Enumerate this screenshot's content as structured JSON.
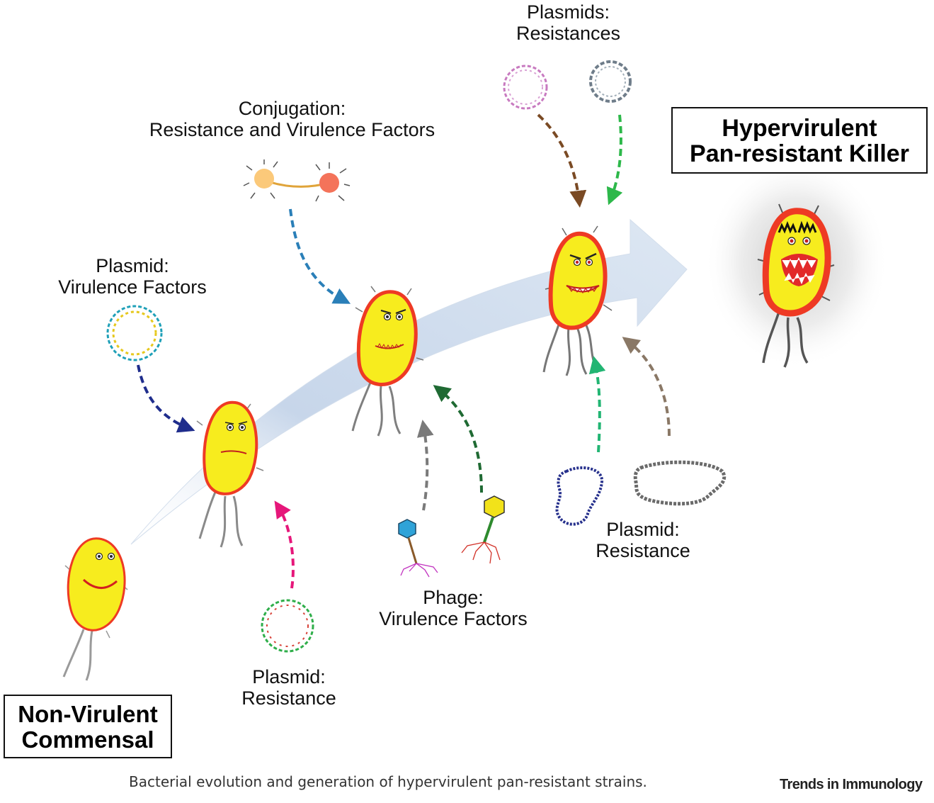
{
  "labels": {
    "plasmids_resistances": [
      "Plasmids:",
      "Resistances"
    ],
    "conjugation": [
      "Conjugation:",
      "Resistance and Virulence Factors"
    ],
    "plasmid_virulence": [
      "Plasmid:",
      "Virulence Factors"
    ],
    "phage_virulence": [
      "Phage:",
      "Virulence Factors"
    ],
    "plasmid_resistance_bottom": [
      "Plasmid:",
      "Resistance"
    ],
    "plasmid_resistance_right": [
      "Plasmid:",
      "Resistance"
    ]
  },
  "stages": {
    "start": [
      "Non-Virulent",
      "Commensal"
    ],
    "end": [
      "Hypervirulent",
      "Pan-resistant Killer"
    ]
  },
  "caption": "Bacterial evolution and generation of hypervirulent pan-resistant strains.",
  "journal": "Trends in Immunology",
  "colors": {
    "bacteria_fill": "#f7ec1e",
    "bacteria_outline": "#ee3a24",
    "evolution_arrow": "#c8d8ec",
    "arrow_navy": "#1f2d8c",
    "arrow_teal": "#2a7fb8",
    "arrow_magenta": "#e6177a",
    "arrow_grey": "#7a7a7a",
    "arrow_darkgreen": "#1f6a33",
    "arrow_brown": "#7a4a24",
    "arrow_green": "#2db84a",
    "arrow_lightgreen": "#22b573",
    "arrow_taupe": "#8a7866"
  }
}
